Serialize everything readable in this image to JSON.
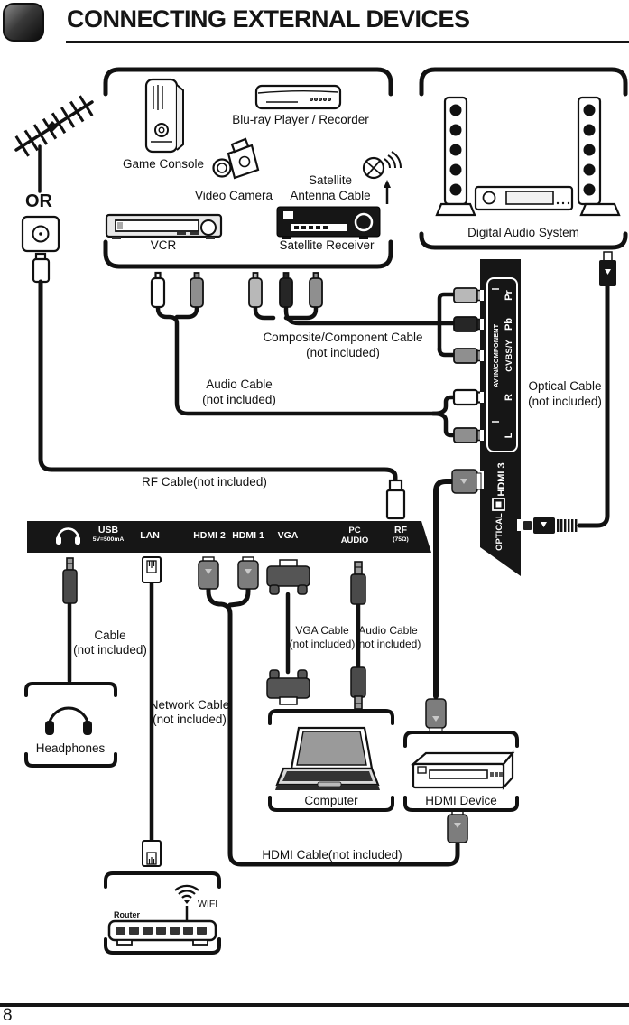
{
  "header": {
    "title": "CONNECTING EXTERNAL DEVICES"
  },
  "footer": {
    "page_number": "8"
  },
  "left_column": {
    "or_label": "OR"
  },
  "source_devices": {
    "game_console": "Game Console",
    "bluray_player": "Blu-ray Player / Recorder",
    "video_camera": "Video Camera",
    "satellite_antenna_line1": "Satellite",
    "satellite_antenna_line2": "Antenna Cable",
    "vcr": "VCR",
    "satellite_receiver": "Satellite Receiver"
  },
  "digital_audio": {
    "label": "Digital Audio System"
  },
  "cable_labels": {
    "composite_line1": "Composite/Component Cable",
    "composite_line2": "(not included)",
    "audio_line1": "Audio Cable",
    "audio_line2": "(not included)",
    "optical_line1": "Optical Cable",
    "optical_line2": "(not included)",
    "rf": "RF Cable(not included)",
    "headphone_line1": "Cable",
    "headphone_line2": "(not included)",
    "network_line1": "Network Cable",
    "network_line2": "(not included)",
    "vga_line1": "VGA Cable",
    "vga_line2": "(not included)",
    "pc_audio_line1": "Audio Cable",
    "pc_audio_line2": "(not included)",
    "hdmi": "HDMI Cable(not included)"
  },
  "side_panel": {
    "group_label": "AV IN/COMPONENT",
    "port_pr": "Pr",
    "port_pb": "Pb",
    "port_cvbs": "CVBS/Y",
    "port_r": "R",
    "port_l": "L",
    "port_hdmi3": "HDMI 3",
    "port_optical": "OPTICAL"
  },
  "rear_panel": {
    "usb": "USB",
    "usb_spec": "5V=500mA",
    "lan": "LAN",
    "hdmi2": "HDMI 2",
    "hdmi1": "HDMI 1",
    "vga": "VGA",
    "pc_audio_line1": "PC",
    "pc_audio_line2": "AUDIO",
    "rf": "RF",
    "rf_spec": "(75Ω)"
  },
  "sink_devices": {
    "headphones": "Headphones",
    "computer": "Computer",
    "hdmi_device": "HDMI Device",
    "router": "Router",
    "wifi": "WIFI"
  },
  "palette": {
    "ink": "#111111",
    "panel_black": "#161616",
    "connector_gray": "#7d7d7d"
  }
}
